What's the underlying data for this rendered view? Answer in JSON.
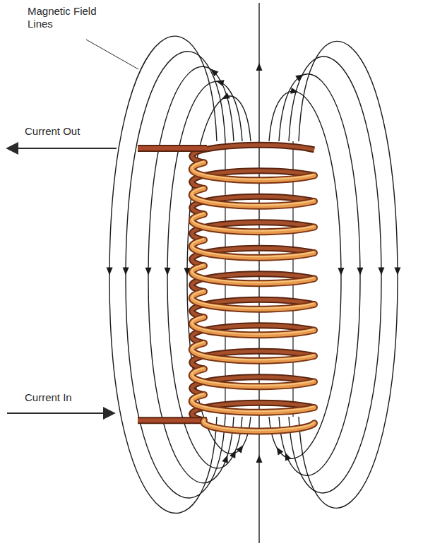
{
  "diagram": {
    "labels": [
      "Magnetic Field Lines",
      "Current Out",
      "Current In"
    ]
  }
}
